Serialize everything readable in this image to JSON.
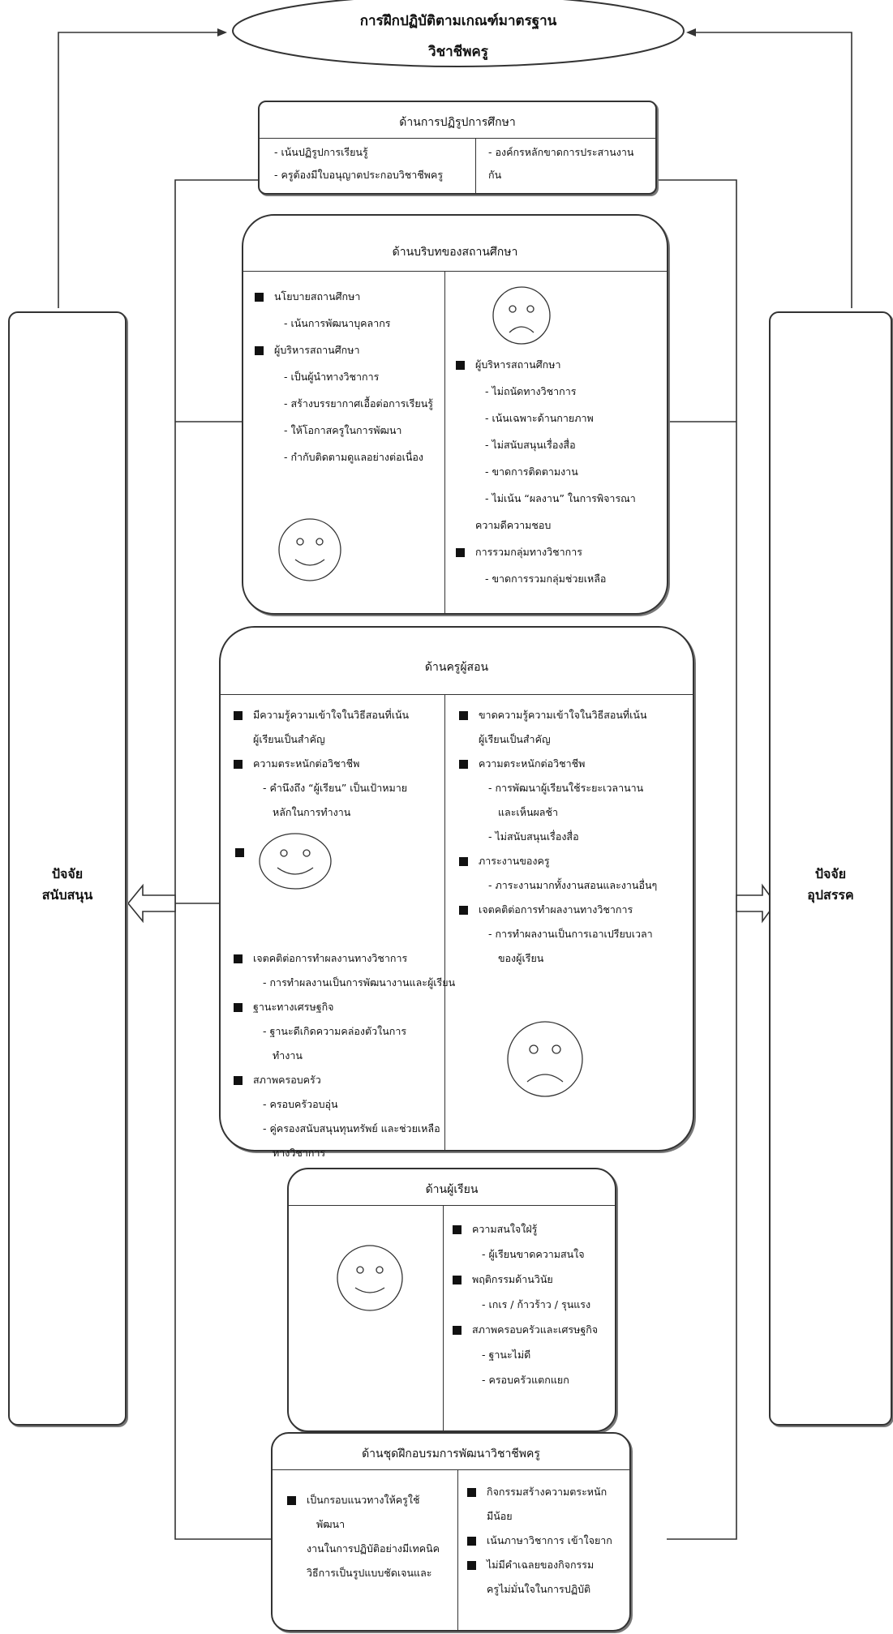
{
  "top_title": {
    "line1": "การฝึกปฏิบัติตามเกณฑ์มาตรฐาน",
    "line2": "วิชาชีพครู"
  },
  "left_factor": {
    "line1": "ปัจจัย",
    "line2": "สนับสนุน"
  },
  "right_factor": {
    "line1": "ปัจจัย",
    "line2": "อุปสรรค"
  },
  "reform": {
    "header": "ด้านการปฏิรูปการศึกษา",
    "left": [
      "- เน้นปฏิรูปการเรียนรู้",
      "- ครูต้องมีใบอนุญาตประกอบวิชาชีพครู"
    ],
    "right": [
      "- องค์กรหลักขาดการประสานงาน",
      "กัน"
    ]
  },
  "school": {
    "header": "ด้านบริบทของสถานศึกษา",
    "left": [
      {
        "type": "bullet",
        "text": "นโยบายสถานศึกษา"
      },
      {
        "type": "sub",
        "text": "- เน้นการพัฒนาบุคลากร"
      },
      {
        "type": "bullet",
        "text": "ผู้บริหารสถานศึกษา"
      },
      {
        "type": "sub",
        "text": "- เป็นผู้นำทางวิชาการ"
      },
      {
        "type": "sub",
        "text": "- สร้างบรรยากาศเอื้อต่อการเรียนรู้"
      },
      {
        "type": "sub",
        "text": "- ให้โอกาสครูในการพัฒนา"
      },
      {
        "type": "sub",
        "text": "- กำกับติดตามดูแลอย่างต่อเนื่อง"
      }
    ],
    "right": [
      {
        "type": "bullet",
        "text": "ผู้บริหารสถานศึกษา"
      },
      {
        "type": "sub",
        "text": "- ไม่ถนัดทางวิชาการ"
      },
      {
        "type": "sub",
        "text": "- เน้นเฉพาะด้านกายภาพ"
      },
      {
        "type": "sub",
        "text": "- ไม่สนับสนุนเรื่องสื่อ"
      },
      {
        "type": "sub",
        "text": "- ขาดการติดตามงาน"
      },
      {
        "type": "sub",
        "text": "- ไม่เน้น “ผลงาน” ในการพิจารณา"
      },
      {
        "type": "cont",
        "text": "ความดีความชอบ"
      },
      {
        "type": "bullet",
        "text": "การรวมกลุ่มทางวิชาการ"
      },
      {
        "type": "sub",
        "text": "- ขาดการรวมกลุ่มช่วยเหลือ"
      }
    ]
  },
  "teacher": {
    "header": "ด้านครูผู้สอน",
    "left": [
      {
        "type": "bullet",
        "text": "มีความรู้ความเข้าใจในวิธีสอนที่เน้น"
      },
      {
        "type": "cont",
        "text": "ผู้เรียนเป็นสำคัญ"
      },
      {
        "type": "bullet",
        "text": "ความตระหนักต่อวิชาชีพ"
      },
      {
        "type": "sub",
        "text": "- คำนึงถึง “ผู้เรียน” เป็นเป้าหมาย"
      },
      {
        "type": "cont2",
        "text": "หลักในการทำงาน"
      },
      {
        "type": "bullet",
        "text": "เจตคติต่อการทำผลงานทางวิชาการ"
      },
      {
        "type": "sub",
        "text": "- การทำผลงานเป็นการพัฒนางานและผู้เรียน"
      },
      {
        "type": "bullet",
        "text": "ฐานะทางเศรษฐกิจ"
      },
      {
        "type": "sub",
        "text": "- ฐานะดีเกิดความคล่องตัวในการ"
      },
      {
        "type": "cont2",
        "text": "ทำงาน"
      },
      {
        "type": "bullet",
        "text": "สภาพครอบครัว"
      },
      {
        "type": "sub",
        "text": "- ครอบครัวอบอุ่น"
      },
      {
        "type": "sub",
        "text": "- คู่ครองสนับสนุนทุนทรัพย์ และช่วยเหลือ"
      },
      {
        "type": "cont2",
        "text": "ทางวิชาการ"
      }
    ],
    "right": [
      {
        "type": "bullet",
        "text": "ขาดความรู้ความเข้าใจในวิธีสอนที่เน้น"
      },
      {
        "type": "cont",
        "text": "ผู้เรียนเป็นสำคัญ"
      },
      {
        "type": "bullet",
        "text": "ความตระหนักต่อวิชาชีพ"
      },
      {
        "type": "sub",
        "text": "- การพัฒนาผู้เรียนใช้ระยะเวลานาน"
      },
      {
        "type": "cont2",
        "text": "และเห็นผลช้า"
      },
      {
        "type": "sub",
        "text": "- ไม่สนับสนุนเรื่องสื่อ"
      },
      {
        "type": "bullet",
        "text": "ภาระงานของครู"
      },
      {
        "type": "sub",
        "text": "- ภาระงานมากทั้งงานสอนและงานอื่นๆ"
      },
      {
        "type": "bullet",
        "text": "เจตคติต่อการทำผลงานทางวิชาการ"
      },
      {
        "type": "sub",
        "text": "- การทำผลงานเป็นการเอาเปรียบเวลา"
      },
      {
        "type": "cont2",
        "text": "ของผู้เรียน"
      }
    ]
  },
  "learner": {
    "header": "ด้านผู้เรียน",
    "right": [
      {
        "type": "bullet",
        "text": "ความสนใจใฝ่รู้"
      },
      {
        "type": "sub",
        "text": "- ผู้เรียนขาดความสนใจ"
      },
      {
        "type": "bullet",
        "text": "พฤติกรรมด้านวินัย"
      },
      {
        "type": "sub",
        "text": "- เกเร / ก้าวร้าว / รุนแรง"
      },
      {
        "type": "bullet",
        "text": "สภาพครอบครัวและเศรษฐกิจ"
      },
      {
        "type": "sub",
        "text": "- ฐานะไม่ดี"
      },
      {
        "type": "sub",
        "text": "- ครอบครัวแตกแยก"
      }
    ]
  },
  "training": {
    "header": "ด้านชุดฝึกอบรมการพัฒนาวิชาชีพครู",
    "left": [
      {
        "type": "bullet",
        "text": "เป็นกรอบแนวทางให้ครูใช้"
      },
      {
        "type": "cont0",
        "text": "พัฒนา"
      },
      {
        "type": "cont",
        "text": "งานในการปฏิบัติอย่างมีเทคนิค"
      },
      {
        "type": "cont",
        "text": "วิธีการเป็นรูปแบบชัดเจนและ"
      }
    ],
    "right": [
      {
        "type": "bullet",
        "text": "กิจกรรมสร้างความตระหนัก"
      },
      {
        "type": "cont",
        "text": "มีน้อย"
      },
      {
        "type": "bullet",
        "text": "เน้นภาษาวิชาการ เข้าใจยาก"
      },
      {
        "type": "bullet",
        "text": "ไม่มีคำเฉลยของกิจกรรม"
      },
      {
        "type": "cont",
        "text": "ครูไม่มั่นใจในการปฏิบัติ"
      }
    ]
  }
}
